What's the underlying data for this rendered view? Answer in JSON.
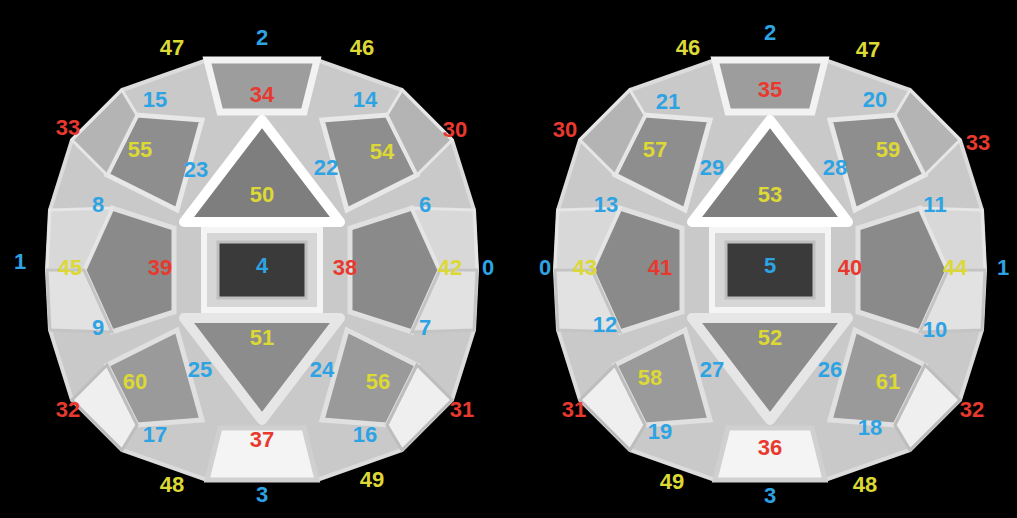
{
  "diagram": {
    "labels": [
      "47",
      "2",
      "46",
      "15",
      "34",
      "14",
      "33",
      "30",
      "55",
      "23",
      "50",
      "22",
      "54",
      "8",
      "6",
      "1",
      "45",
      "39",
      "4",
      "38",
      "42",
      "0",
      "51",
      "9",
      "7",
      "25",
      "24",
      "60",
      "56",
      "32",
      "31",
      "17",
      "37",
      "16",
      "48",
      "3",
      "49",
      "46",
      "2",
      "47",
      "21",
      "35",
      "20",
      "30",
      "33",
      "57",
      "29",
      "53",
      "28",
      "59",
      "13",
      "11",
      "0",
      "43",
      "41",
      "5",
      "40",
      "44",
      "1",
      "12",
      "52",
      "10",
      "27",
      "26",
      "58",
      "61",
      "31",
      "32",
      "19",
      "36",
      "18",
      "49",
      "3",
      "48"
    ]
  }
}
